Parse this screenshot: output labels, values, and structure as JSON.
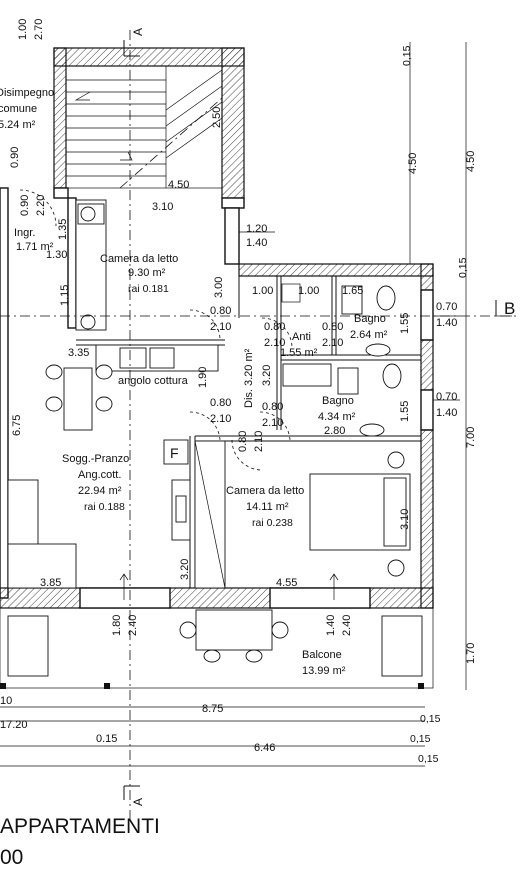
{
  "rooms": {
    "disimpegno": {
      "name": "Disimpegno",
      "name_line2": "comune",
      "area": "5.24 m²"
    },
    "ingresso": {
      "name": "Ingr.",
      "area": "1.71 m²"
    },
    "camera1": {
      "name": "Camera da letto",
      "area": "9.30 m²",
      "rai": "rai  0.181"
    },
    "angolo": {
      "name": "angolo cottura"
    },
    "soggiorno": {
      "name": "Sogg.-Pranzo",
      "name_line2": "Ang.cott.",
      "area": "22.94 m²",
      "rai": "rai  0.188"
    },
    "anti": {
      "name": "Anti",
      "area": "1.55 m²"
    },
    "bagno1": {
      "name": "Bagno",
      "area": "2.64 m²"
    },
    "bagno2": {
      "name": "Bagno",
      "area": "4.34 m²"
    },
    "dis": {
      "name": "Dis. 3.20 m²"
    },
    "camera2": {
      "name": "Camera da letto",
      "area": "14.11 m²",
      "rai": "rai  0.238"
    },
    "balcone": {
      "name": "Balcone",
      "area": "13.99 m²"
    }
  },
  "dimensions": {
    "d_100": "1.00",
    "d_270": "2.70",
    "d_250": "2.50",
    "d_090": "0.90",
    "d_450a": "4.50",
    "d_310": "3.10",
    "d_120": "1.20",
    "d_140a": "1.40",
    "d_090b": "0.90",
    "d_220": "2.20",
    "d_135": "1.35",
    "d_130": "1.30",
    "d_115": "1.15",
    "d_300": "3.00",
    "d_100b": "1.00",
    "d_100c": "1.00",
    "d_165": "1.65",
    "d_080a": "0.80",
    "d_210a": "2.10",
    "d_080b": "0.80",
    "d_210b": "2.10",
    "d_080c": "0.80",
    "d_210c": "2.10",
    "d_335": "3.35",
    "d_320a": "3.20",
    "d_190": "1.90",
    "d_080d": "0.80",
    "d_210d": "2.10",
    "d_080e": "0.80",
    "d_210e": "2.10",
    "d_080f": "0.80",
    "d_210f": "2.10",
    "d_280": "2.80",
    "d_675": "6.75",
    "d_155a": "1.55",
    "d_155b": "1.55",
    "d_310b": "3.10",
    "d_320b": "3.20",
    "d_385": "3.85",
    "d_455": "4.55",
    "d_180": "1.80",
    "d_240a": "2.40",
    "d_140b": "1.40",
    "d_240b": "2.40",
    "d_070a": "0.70",
    "d_140c": "1.40",
    "d_070b": "0.70",
    "d_140d": "1.40",
    "d_015a": "0,15",
    "d_450b": "4.50",
    "d_450c": "4.50",
    "d_015b": "0,15",
    "d_700": "7.00",
    "d_170": "1.70",
    "d_10": "10",
    "d_1720": "17.20",
    "d_875": "8.75",
    "d_015c": "0,15",
    "d_015d": "0.15",
    "d_015e": "0,15",
    "d_646": "6.46",
    "d_015f": "0,15"
  },
  "markers": {
    "section_a_top": "A",
    "section_a_bottom": "A",
    "section_b": "B",
    "f_label": "F"
  },
  "footer": {
    "line1": "APPARTAMENTI",
    "line2": "00"
  }
}
